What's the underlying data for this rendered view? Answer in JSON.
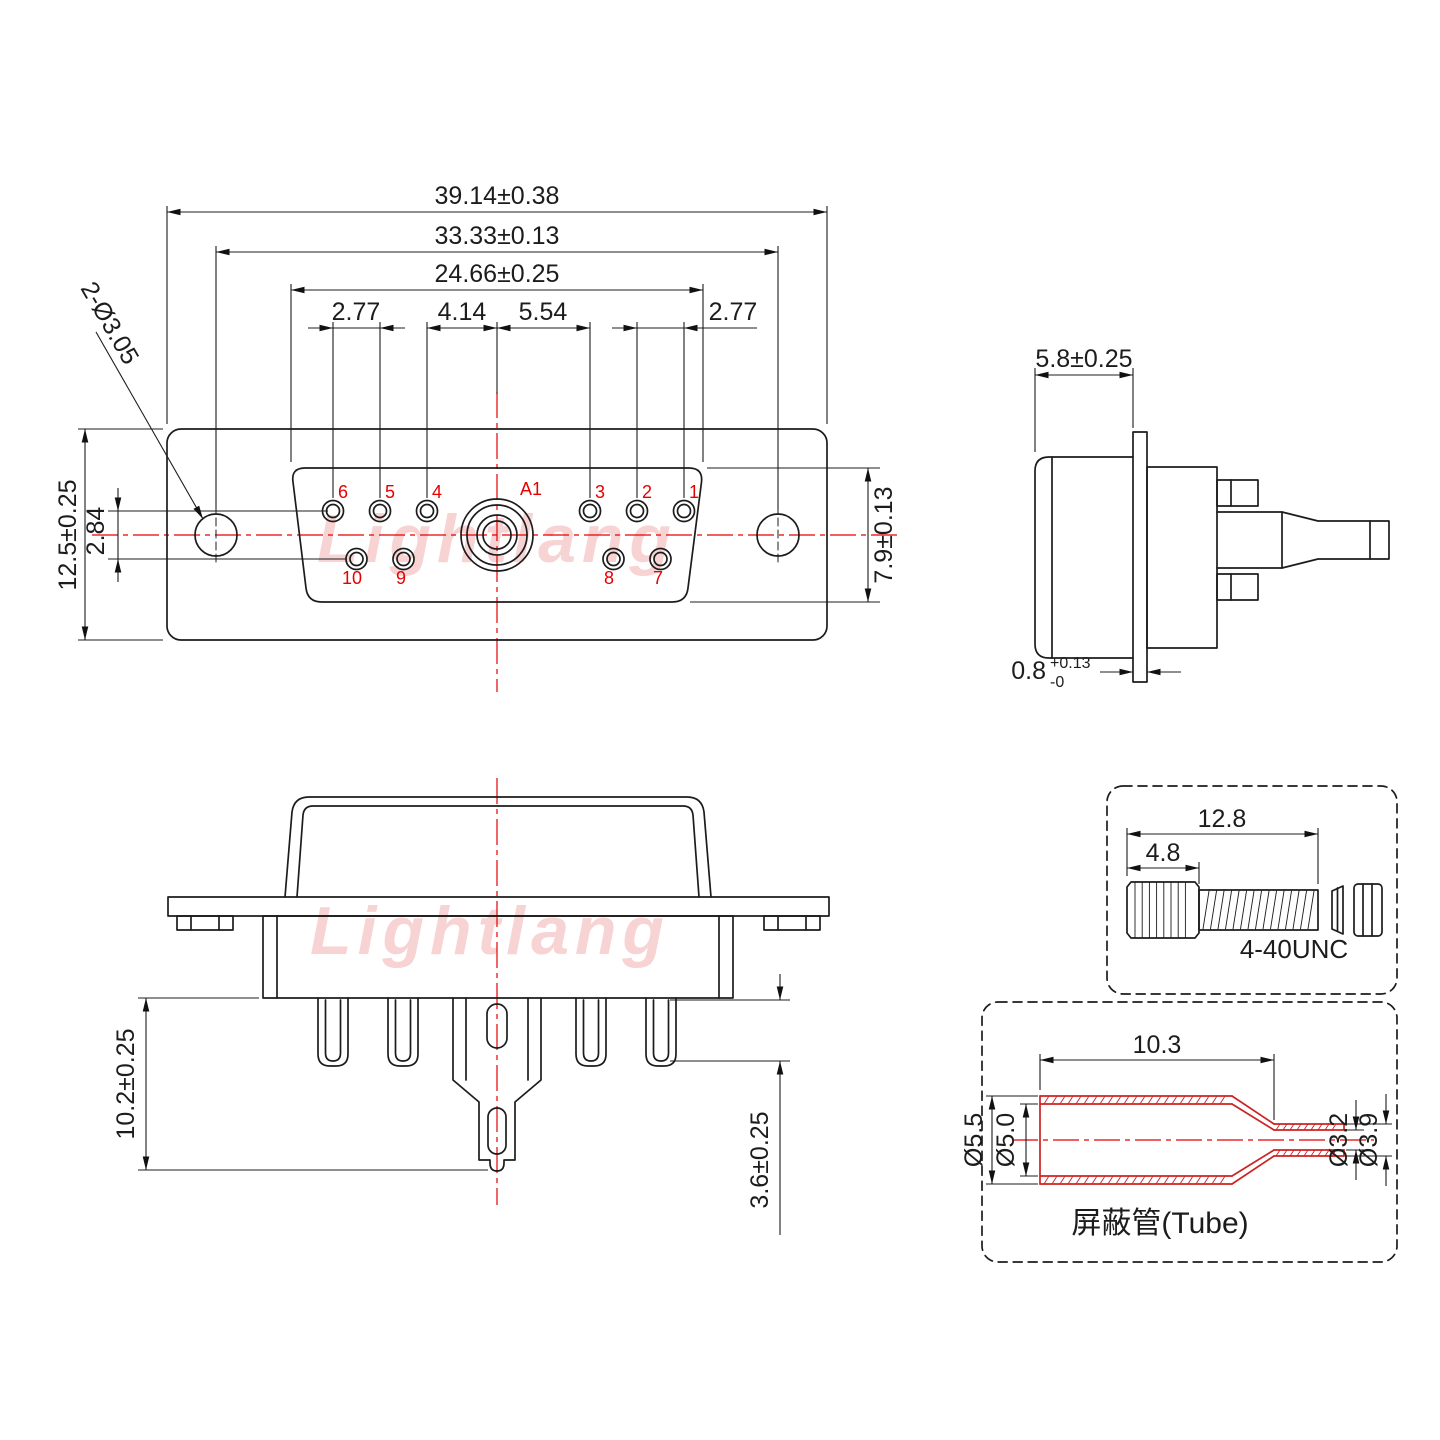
{
  "colors": {
    "line": "#1c1c1c",
    "accent_red": "#e60000",
    "tube_red": "#cc2222",
    "watermark_pink": "#f0a8a8"
  },
  "watermark": "Lightlang",
  "front_view": {
    "dim_overall_width": "39.14±0.38",
    "dim_mount_spacing": "33.33±0.13",
    "dim_contact_span": "24.66±0.25",
    "dim_pitch_a": "2.77",
    "dim_pitch_b": "4.14",
    "dim_pitch_c": "5.54",
    "dim_pitch_d": "2.77",
    "dim_height": "12.5±0.25",
    "dim_row_spacing": "2.84",
    "dim_insert_height": "7.9±0.13",
    "dim_mount_holes": "2-Ø3.05",
    "pin_labels_top": [
      "6",
      "5",
      "4",
      "A1",
      "3",
      "2",
      "1"
    ],
    "pin_labels_bottom": [
      "10",
      "9",
      "8",
      "7"
    ]
  },
  "side_view": {
    "dim_front_depth": "5.8±0.25",
    "dim_flange_thickness_base": "0.8",
    "dim_flange_tol_upper": "+0.13",
    "dim_flange_tol_lower": "-0"
  },
  "rear_view": {
    "dim_body_depth": "10.2±0.25",
    "dim_cup_depth": "3.6±0.25"
  },
  "screw_detail": {
    "dim_total_length": "12.8",
    "dim_head_length": "4.8",
    "thread_spec": "4-40UNC"
  },
  "tube_detail": {
    "dim_length": "10.3",
    "dim_outer_dia": "Ø5.5",
    "dim_inner_dia": "Ø5.0",
    "dim_tip_inner_dia": "Ø3.2",
    "dim_tip_outer_dia": "Ø3.9",
    "label": "屏蔽管(Tube)"
  }
}
